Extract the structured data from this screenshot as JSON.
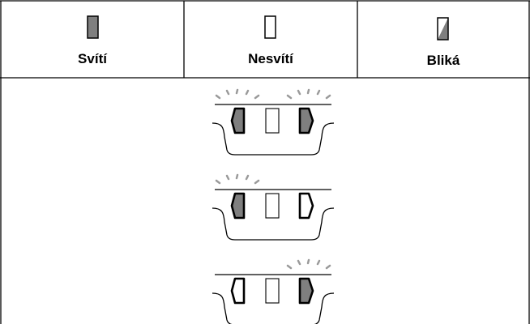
{
  "colors": {
    "lit": "#7f7f7f",
    "border": "#000000",
    "ray": "#9a9a9a",
    "background": "#ffffff"
  },
  "legend": [
    {
      "icon": "led-lit-icon",
      "label": "Svítí"
    },
    {
      "icon": "led-off-icon",
      "label": "Nesvítí"
    },
    {
      "icon": "led-blink-icon",
      "label": "Bliká"
    }
  ],
  "panels": [
    {
      "name": "panel-both-blinking",
      "left_led": "blinking",
      "middle_led": "off",
      "right_led": "blinking"
    },
    {
      "name": "panel-left-blinking",
      "left_led": "blinking",
      "middle_led": "off",
      "right_led": "off"
    },
    {
      "name": "panel-right-blinking",
      "left_led": "off",
      "middle_led": "off",
      "right_led": "blinking"
    }
  ]
}
